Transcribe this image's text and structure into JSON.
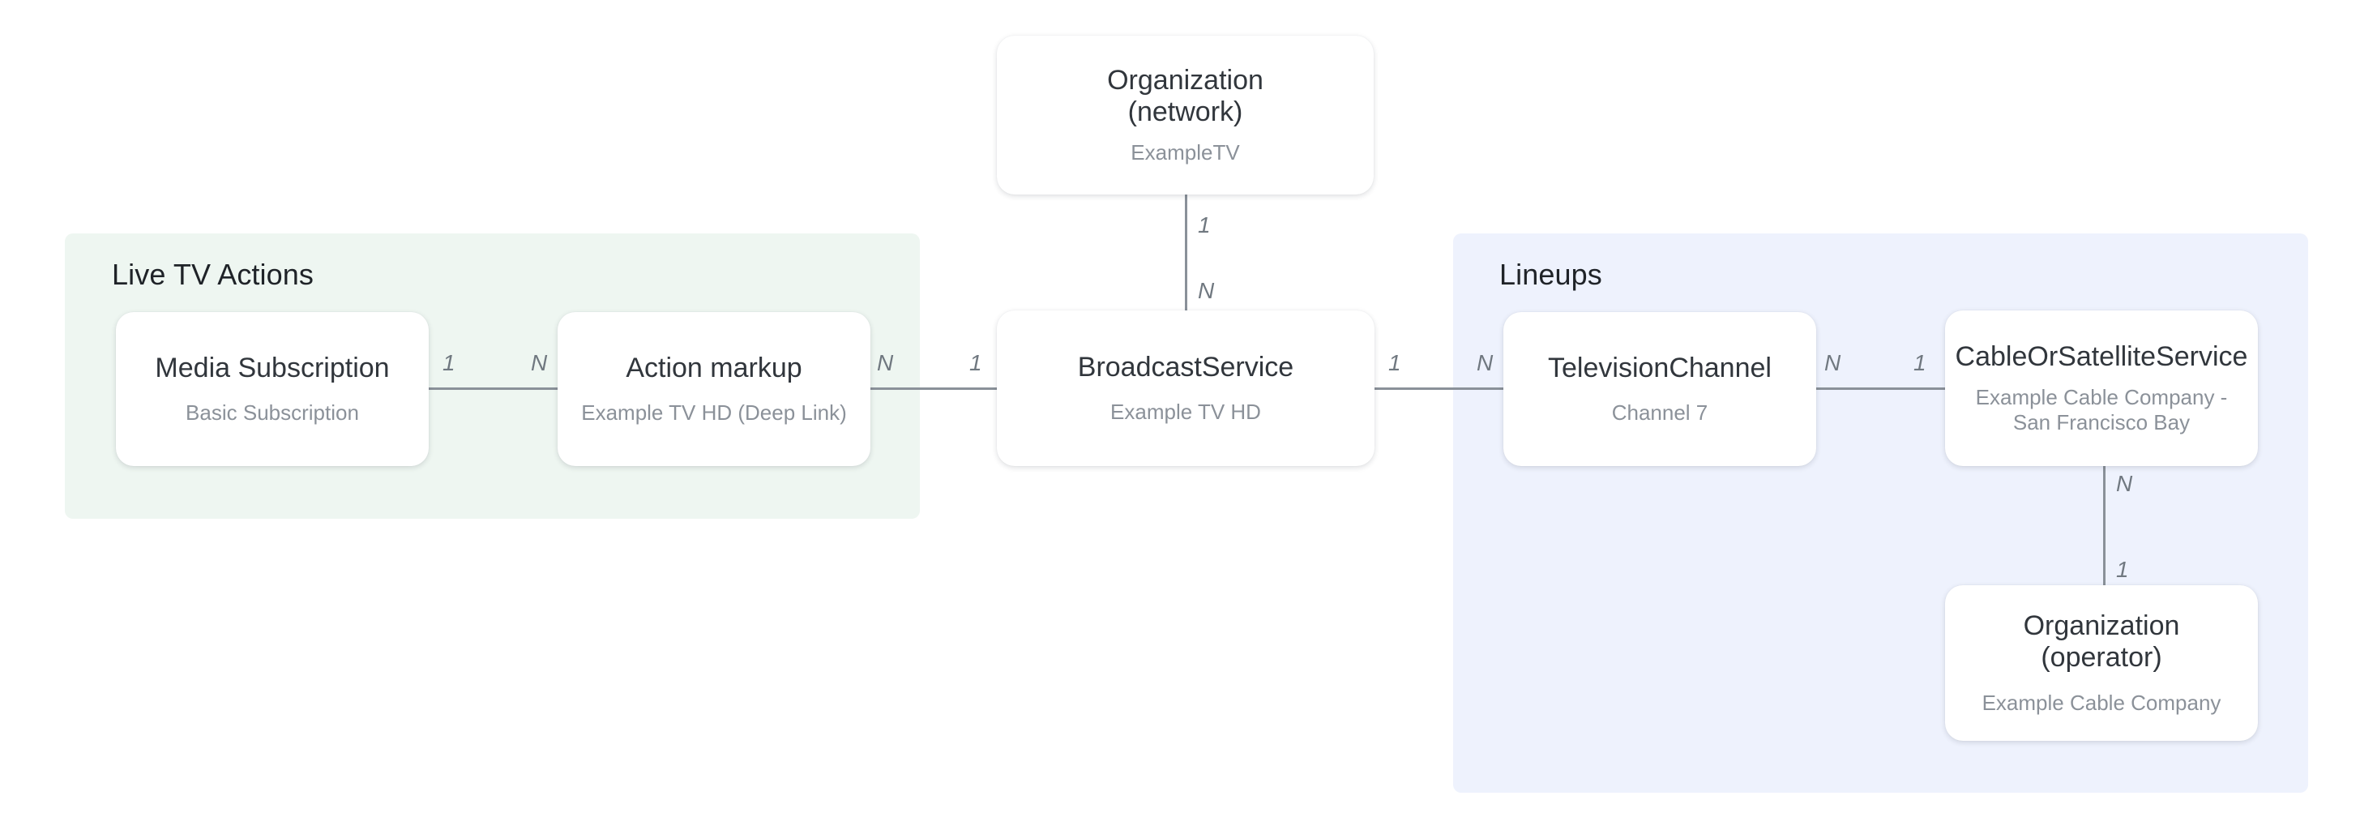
{
  "diagram": {
    "title": "Live TV entity relationship diagram",
    "background": "#ffffff",
    "edge_color": "#8a9199",
    "label_color": "#707880"
  },
  "groups": [
    {
      "id": "live-tv-actions",
      "label": "Live TV Actions",
      "color": "#eef6f1"
    },
    {
      "id": "lineups",
      "label": "Lineups",
      "color": "#eef2fd"
    }
  ],
  "nodes": [
    {
      "id": "organization-network",
      "title": "Organization\n(network)",
      "subtitle": "ExampleTV"
    },
    {
      "id": "media-subscription",
      "title": "Media Subscription",
      "subtitle": "Basic Subscription"
    },
    {
      "id": "action-markup",
      "title": "Action markup",
      "subtitle": "Example TV HD (Deep Link)"
    },
    {
      "id": "broadcast-service",
      "title": "BroadcastService",
      "subtitle": "Example TV HD"
    },
    {
      "id": "television-channel",
      "title": "TelevisionChannel",
      "subtitle": "Channel 7"
    },
    {
      "id": "cable-or-satellite-service",
      "title": "CableOrSatelliteService",
      "subtitle": "Example Cable Company -\nSan Francisco Bay"
    },
    {
      "id": "organization-operator",
      "title": "Organization (operator)",
      "subtitle": "Example Cable Company"
    }
  ],
  "edges": [
    {
      "id": "edge-org-network-to-broadcast",
      "from": "organization-network",
      "to": "broadcast-service",
      "source_cardinality": "1",
      "target_cardinality": "N"
    },
    {
      "id": "edge-media-subscription-to-action-markup",
      "from": "media-subscription",
      "to": "action-markup",
      "source_cardinality": "1",
      "target_cardinality": "N"
    },
    {
      "id": "edge-action-markup-to-broadcast",
      "from": "action-markup",
      "to": "broadcast-service",
      "source_cardinality": "N",
      "target_cardinality": "1"
    },
    {
      "id": "edge-broadcast-to-television-channel",
      "from": "broadcast-service",
      "to": "television-channel",
      "source_cardinality": "1",
      "target_cardinality": "N"
    },
    {
      "id": "edge-television-channel-to-cable",
      "from": "television-channel",
      "to": "cable-or-satellite-service",
      "source_cardinality": "N",
      "target_cardinality": "1"
    },
    {
      "id": "edge-cable-to-org-operator",
      "from": "cable-or-satellite-service",
      "to": "organization-operator",
      "source_cardinality": "N",
      "target_cardinality": "1"
    }
  ]
}
